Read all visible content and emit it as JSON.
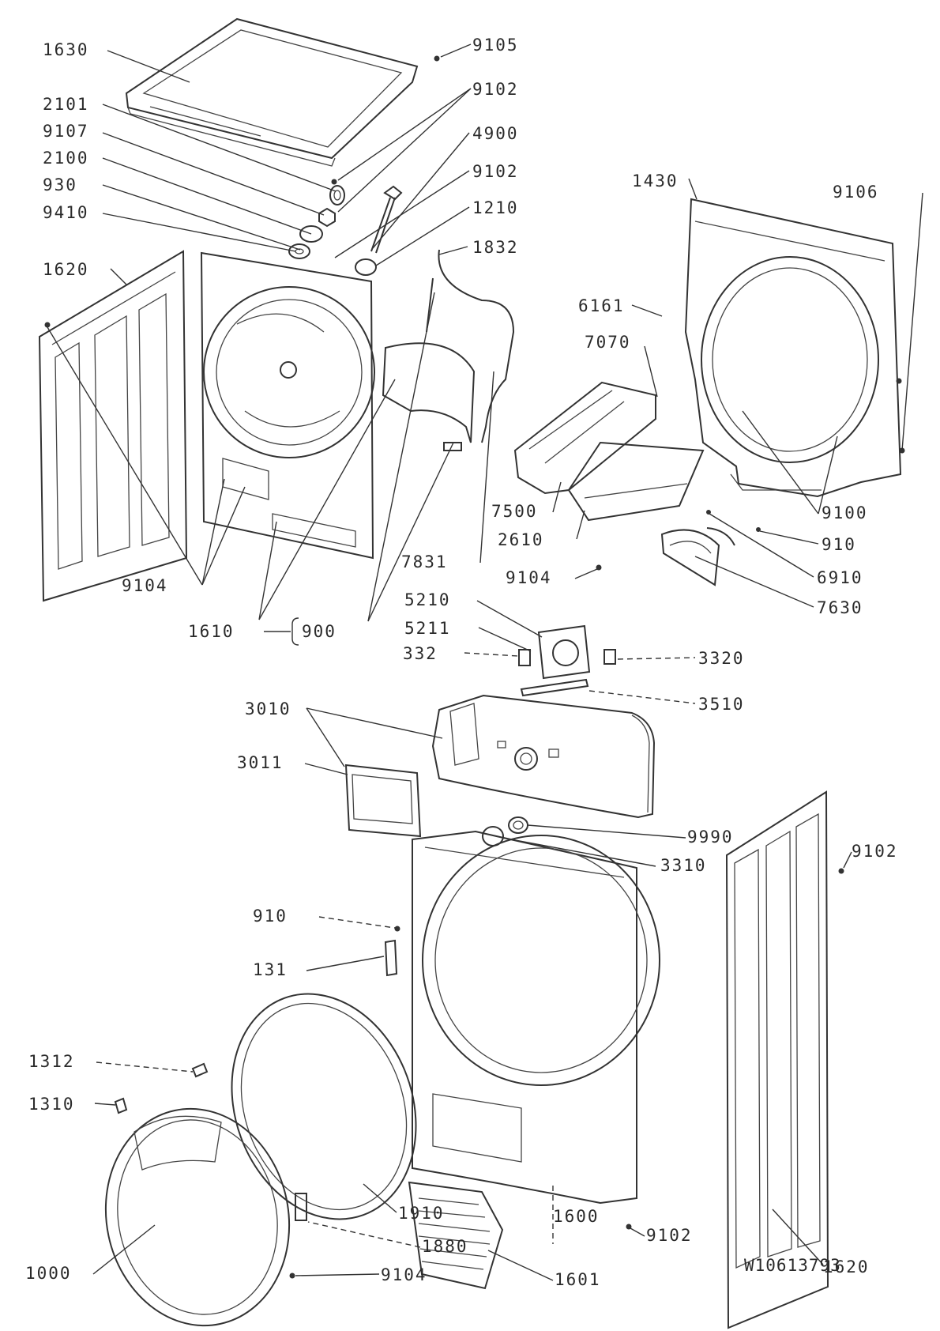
{
  "labels": [
    {
      "id": "l-1630-top",
      "text": "1630"
    },
    {
      "id": "l-2101",
      "text": "2101"
    },
    {
      "id": "l-9107",
      "text": "9107"
    },
    {
      "id": "l-2100",
      "text": "2100"
    },
    {
      "id": "l-930",
      "text": "930"
    },
    {
      "id": "l-9410",
      "text": "9410"
    },
    {
      "id": "l-1620-left",
      "text": "1620"
    },
    {
      "id": "l-9105",
      "text": "9105"
    },
    {
      "id": "l-9102-top",
      "text": "9102"
    },
    {
      "id": "l-4900",
      "text": "4900"
    },
    {
      "id": "l-9102-mid",
      "text": "9102"
    },
    {
      "id": "l-1210",
      "text": "1210"
    },
    {
      "id": "l-1832",
      "text": "1832"
    },
    {
      "id": "l-1430",
      "text": "1430"
    },
    {
      "id": "l-9106",
      "text": "9106"
    },
    {
      "id": "l-6161",
      "text": "6161"
    },
    {
      "id": "l-7070",
      "text": "7070"
    },
    {
      "id": "l-7500",
      "text": "7500"
    },
    {
      "id": "l-2610",
      "text": "2610"
    },
    {
      "id": "l-9104-mid",
      "text": "9104"
    },
    {
      "id": "l-9100",
      "text": "9100"
    },
    {
      "id": "l-910-r",
      "text": "910"
    },
    {
      "id": "l-6910",
      "text": "6910"
    },
    {
      "id": "l-7630",
      "text": "7630"
    },
    {
      "id": "l-7831",
      "text": "7831"
    },
    {
      "id": "l-9104-left",
      "text": "9104"
    },
    {
      "id": "l-1610",
      "text": "1610"
    },
    {
      "id": "l-900",
      "text": "900"
    },
    {
      "id": "l-5210",
      "text": "5210"
    },
    {
      "id": "l-5211",
      "text": "5211"
    },
    {
      "id": "l-332-left",
      "text": "332"
    },
    {
      "id": "l-3320",
      "text": "3320"
    },
    {
      "id": "l-3010",
      "text": "3010"
    },
    {
      "id": "l-3510",
      "text": "3510"
    },
    {
      "id": "l-3011",
      "text": "3011"
    },
    {
      "id": "l-9990",
      "text": "9990"
    },
    {
      "id": "l-3310",
      "text": "3310"
    },
    {
      "id": "l-9102-right",
      "text": "9102"
    },
    {
      "id": "l-910-front",
      "text": "910"
    },
    {
      "id": "l-131",
      "text": "131"
    },
    {
      "id": "l-1312",
      "text": "1312"
    },
    {
      "id": "l-1310",
      "text": "1310"
    },
    {
      "id": "l-1910",
      "text": "1910"
    },
    {
      "id": "l-1880",
      "text": "1880"
    },
    {
      "id": "l-1000",
      "text": "1000"
    },
    {
      "id": "l-9104-bot",
      "text": "9104"
    },
    {
      "id": "l-1600",
      "text": "1600"
    },
    {
      "id": "l-1601",
      "text": "1601"
    },
    {
      "id": "l-9102-bot",
      "text": "9102"
    },
    {
      "id": "l-1620-right",
      "text": "1620"
    }
  ],
  "drawing_code": "W10613793"
}
